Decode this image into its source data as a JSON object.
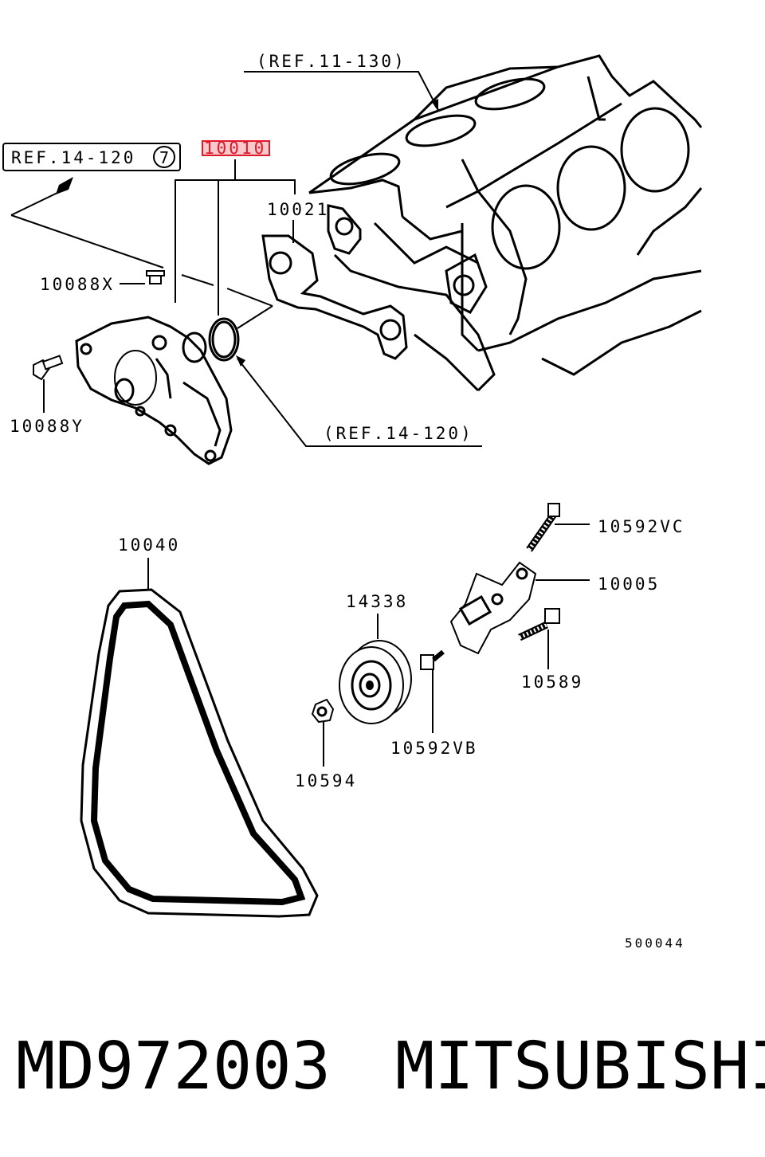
{
  "labels": {
    "ref_11_130": "(REF.11-130)",
    "ref_14_120_box": "REF.14-120",
    "ref_14_120_circle_num": "7",
    "part_10010": "10010",
    "part_10021": "10021",
    "part_10088x": "10088X",
    "part_10088y": "10088Y",
    "ref_14_120": "(REF.14-120)",
    "part_10040": "10040",
    "part_10592vc": "10592VC",
    "part_10005": "10005",
    "part_14338": "14338",
    "part_10589": "10589",
    "part_10592vb": "10592VB",
    "part_10594": "10594",
    "diagram_code": "500044"
  },
  "footer": {
    "part_number": "MD972003",
    "brand": "MITSUBISHI"
  },
  "colors": {
    "highlight": "#e0192a",
    "highlight_fill": "#f7c9cc",
    "ink": "#000000"
  }
}
